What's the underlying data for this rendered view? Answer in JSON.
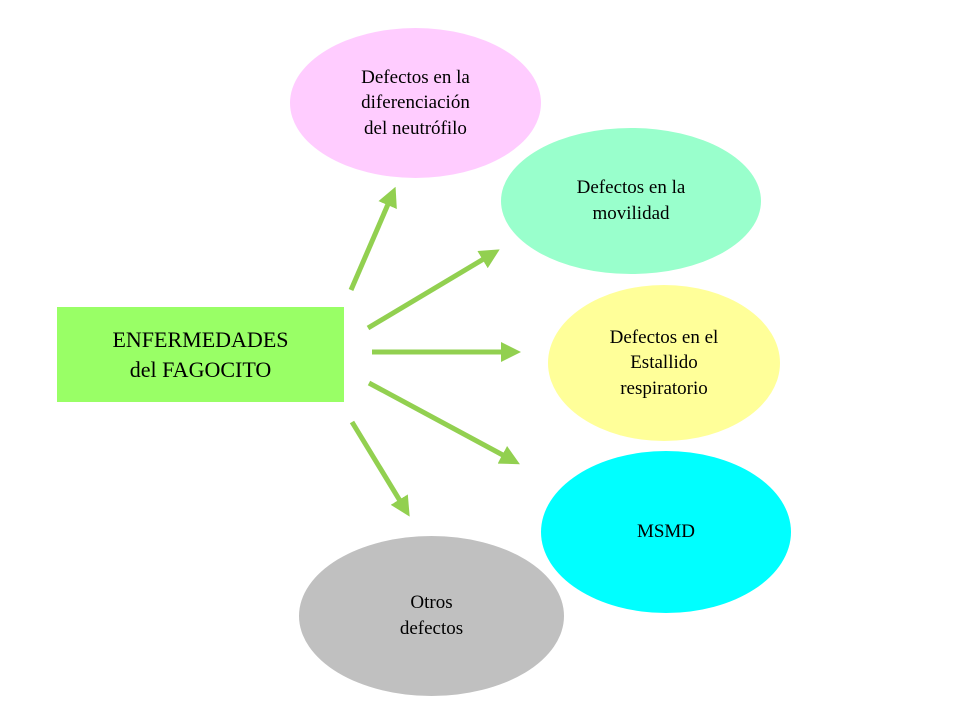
{
  "diagram": {
    "center": {
      "label": "ENFERMEDADES\ndel FAGOCITO",
      "color": "#99FF66"
    },
    "arrow_color": "#92D050",
    "nodes": [
      {
        "id": "diferenciacion",
        "label": "Defectos en la\ndiferenciación\ndel neutrófilo",
        "color": "#FFCCFF"
      },
      {
        "id": "movilidad",
        "label": "Defectos en la\nmovilidad",
        "color": "#99FFCC"
      },
      {
        "id": "estallido",
        "label": "Defectos en el\nEstallido\nrespiratorio",
        "color": "#FFFF99"
      },
      {
        "id": "msmd",
        "label": "MSMD",
        "color": "#00FFFF"
      },
      {
        "id": "otros",
        "label": "Otros\ndefectos",
        "color": "#C0C0C0"
      }
    ]
  }
}
